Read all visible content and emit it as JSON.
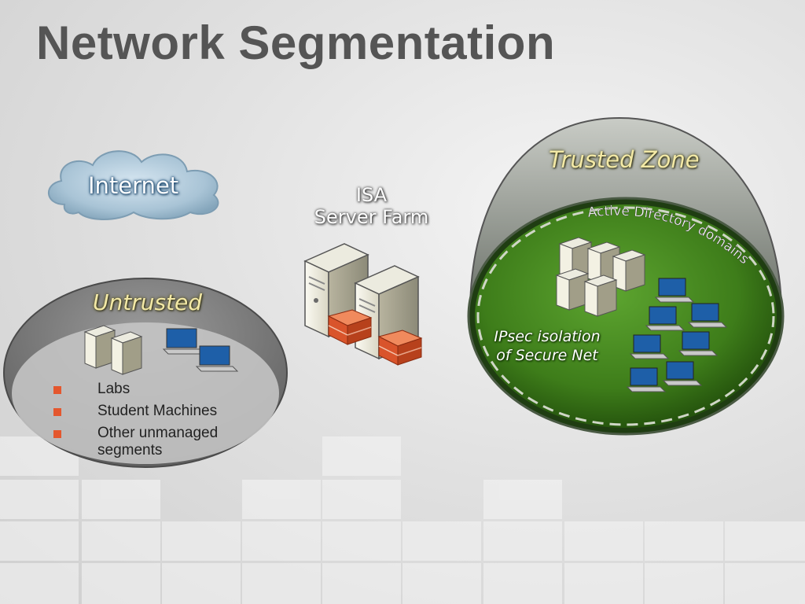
{
  "slide": {
    "title": "Network Segmentation"
  },
  "internet": {
    "label": "Internet"
  },
  "isa": {
    "line1": "ISA",
    "line2": "Server Farm"
  },
  "untrusted": {
    "label": "Untrusted",
    "bullets": [
      "Labs",
      "Student Machines",
      "Other unmanaged segments"
    ]
  },
  "trusted": {
    "label": "Trusted Zone",
    "domains_label": "Active Directory domains",
    "ipsec_line1": "IPsec isolation",
    "ipsec_line2": "of Secure Net"
  },
  "colors": {
    "title": "#555555",
    "bullet": "#e4572e",
    "zone_label": "#f3e9a6",
    "trusted_green": "#3e7d1a",
    "untrusted_gray": "#7a7a7a"
  },
  "icons": [
    "cloud-icon",
    "server-icon",
    "firewall-icon",
    "laptop-icon"
  ]
}
